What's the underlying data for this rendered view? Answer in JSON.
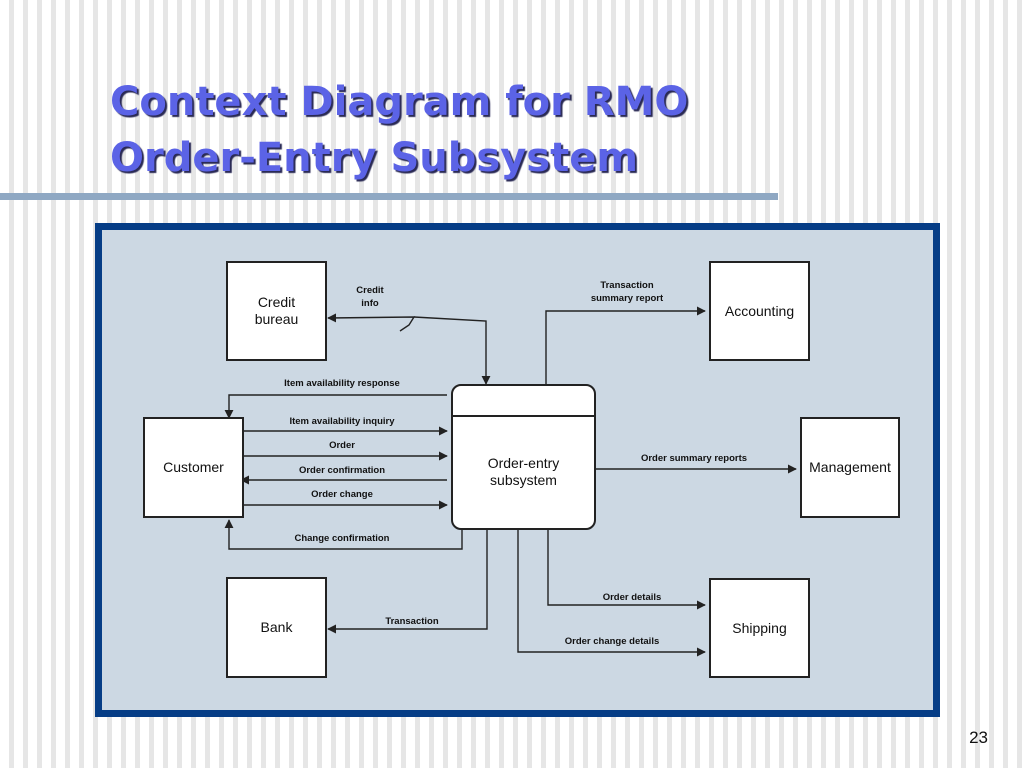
{
  "slide": {
    "title_line1": "Context Diagram for RMO",
    "title_line2": "Order-Entry Subsystem",
    "page_number": "23"
  },
  "diagram": {
    "process": "Order-entry\nsubsystem",
    "entities": {
      "credit_bureau": "Credit\nbureau",
      "customer": "Customer",
      "bank": "Bank",
      "accounting": "Accounting",
      "management": "Management",
      "shipping": "Shipping"
    },
    "flows": {
      "credit_info": "Credit\ninfo",
      "transaction_summary_report": "Transaction\nsummary report",
      "item_availability_response": "Item availability response",
      "item_availability_inquiry": "Item availability inquiry",
      "order": "Order",
      "order_confirmation": "Order confirmation",
      "order_change": "Order change",
      "change_confirmation": "Change confirmation",
      "order_summary_reports": "Order summary reports",
      "order_details": "Order details",
      "order_change_details": "Order change details",
      "transaction": "Transaction"
    }
  }
}
